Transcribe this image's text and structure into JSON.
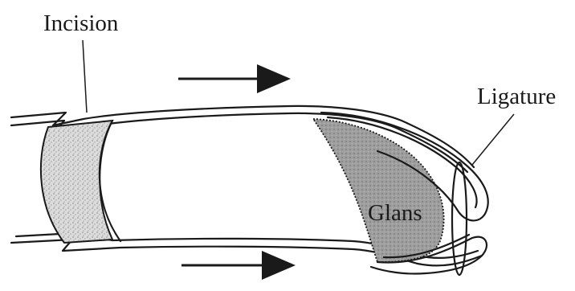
{
  "labels": {
    "incision": "Incision",
    "ligature": "Ligature",
    "glans": "Glans"
  },
  "colors": {
    "ink": "#1a1a1a",
    "incision_stipple": "#d6d6d6",
    "glans_fill": "#9a9a9a",
    "background": "#ffffff"
  },
  "icons": {
    "top_arrow": "arrow-right-icon",
    "bottom_arrow": "arrow-right-icon"
  }
}
